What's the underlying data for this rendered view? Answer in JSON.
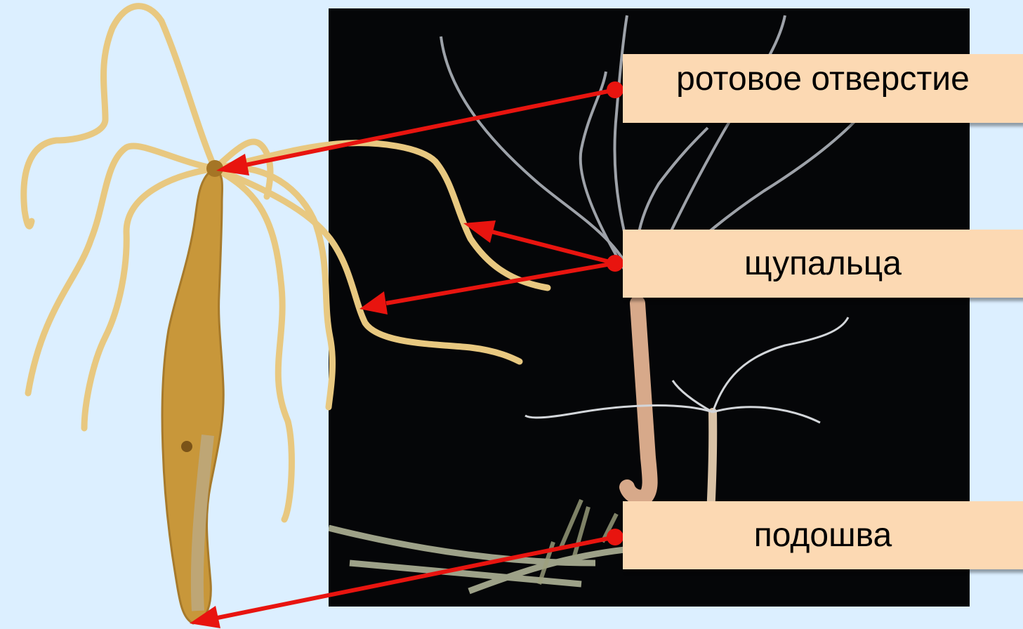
{
  "labels": {
    "mouth": "ротовое отверстие",
    "tentacles": "щупальца",
    "sole": "подошва"
  },
  "colors": {
    "background": "#dcefff",
    "label_fill": "#fcd9b3",
    "arrow": "#e8140f",
    "hydra_body": "#c8973a",
    "tentacle": "#e8c880",
    "photo_background": "#050608"
  }
}
